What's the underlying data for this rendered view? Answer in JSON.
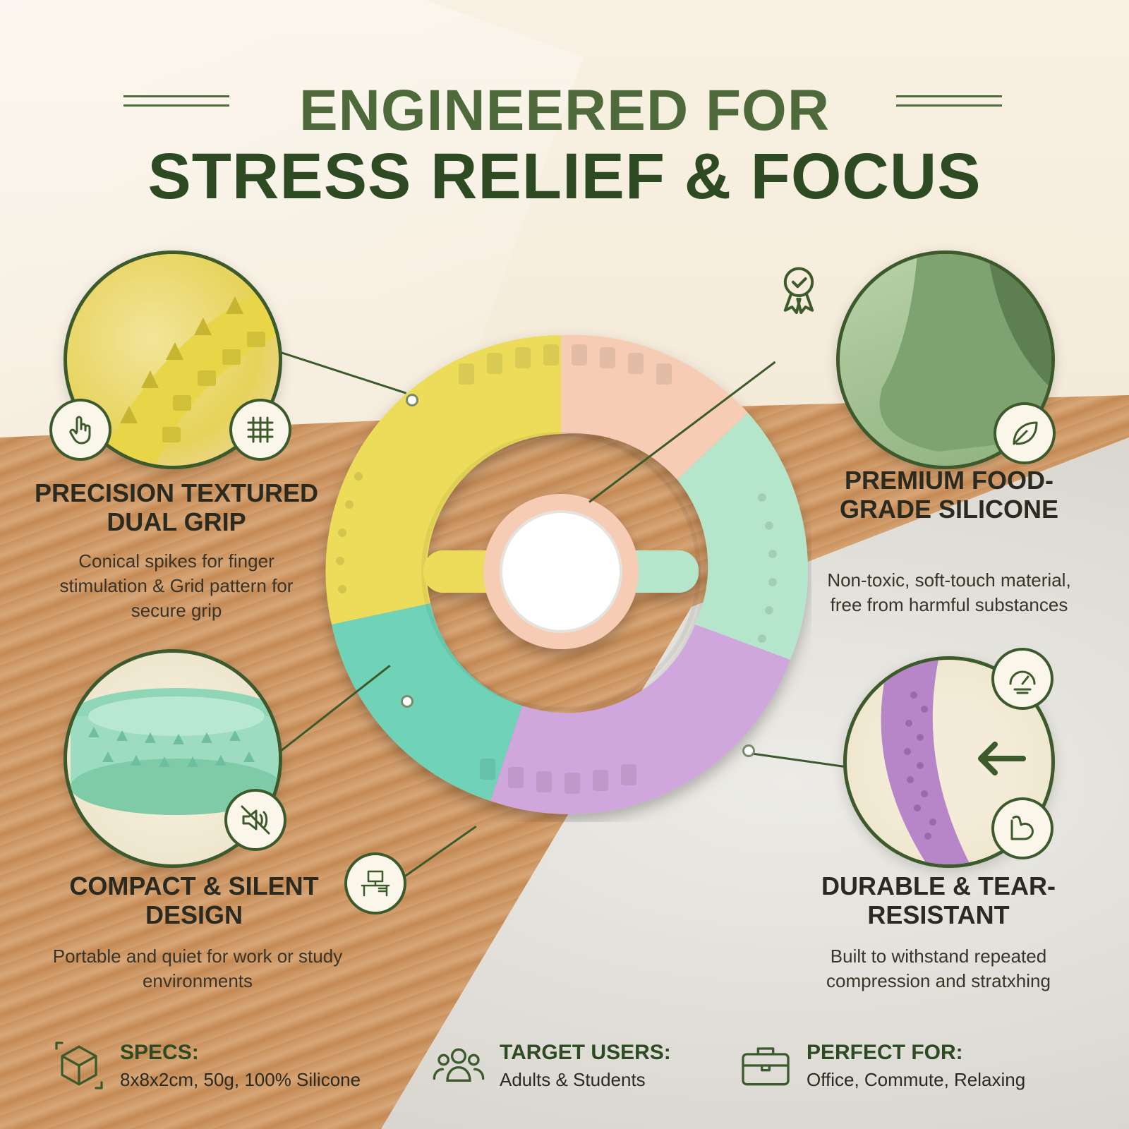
{
  "title": {
    "line1": "ENGINEERED FOR",
    "line2": "STRESS RELIEF & FOCUS"
  },
  "features": {
    "grip": {
      "title": "PRECISION TEXTURED DUAL GRIP",
      "text": "Conical spikes for finger stimulation & Grid pattern for secure grip"
    },
    "silicone": {
      "title": "PREMIUM FOOD-GRADE SILICONE",
      "text": "Non-toxic, soft-touch material, free from harmful substances"
    },
    "compact": {
      "title": "COMPACT & SILENT DESIGN",
      "text": "Portable and quiet for work or study environments"
    },
    "durable": {
      "title": "DURABLE & TEAR-RESISTANT",
      "text": "Built to withstand repeated compression and stratxhing"
    }
  },
  "footer": {
    "specs": {
      "label": "SPECS:",
      "value": "8x8x2cm, 50g, 100% Silicone"
    },
    "users": {
      "label": "TARGET USERS:",
      "value": "Adults & Students"
    },
    "perfect": {
      "label": "PERFECT FOR:",
      "value": "Office, Commute, Relaxing"
    }
  },
  "icons": [
    "hand-touch-icon",
    "grid-icon",
    "award-ribbon-icon",
    "leaf-icon",
    "mute-speaker-icon",
    "gauge-icon",
    "arrow-left-icon",
    "flexed-arm-icon",
    "desk-icon",
    "cube-icon",
    "users-group-icon",
    "briefcase-icon"
  ],
  "colors": {
    "primary_green": "#2d4a22",
    "accent_green": "#4f6a3a",
    "ring_yellow": "#ecdc5a",
    "ring_peach": "#f6cdb4",
    "ring_mint": "#b5e6cc",
    "ring_teal": "#6fd3b8",
    "ring_lilac": "#cfa7dc"
  }
}
